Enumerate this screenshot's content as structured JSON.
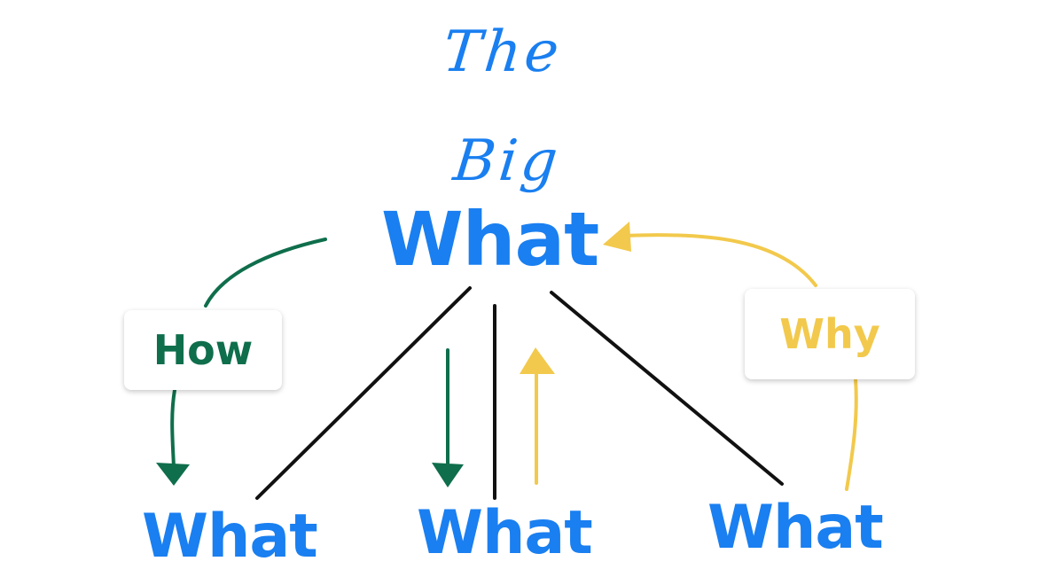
{
  "title": {
    "line1": "The",
    "line2": "Big",
    "main": "What"
  },
  "children": [
    "What",
    "What",
    "What"
  ],
  "labels": {
    "how": "How",
    "why": "Why"
  },
  "colors": {
    "blue": "#1a7ff0",
    "green": "#0f6e4c",
    "yellow": "#f2c94c",
    "line": "#111111"
  }
}
